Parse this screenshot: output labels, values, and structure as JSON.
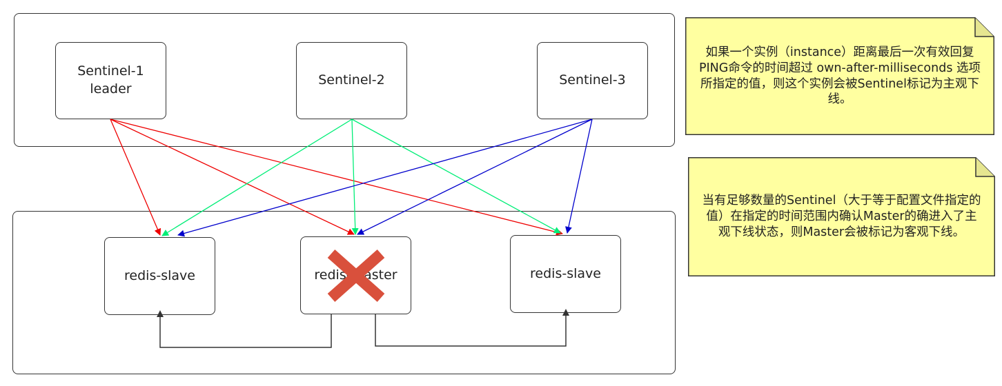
{
  "sentinels": {
    "s1": "Sentinel-1\nleader",
    "s2": "Sentinel-2",
    "s3": "Sentinel-3"
  },
  "redis": {
    "slave_left": "redis-slave",
    "master": "redis-master",
    "slave_right": "redis-slave"
  },
  "notes": {
    "subjective_down": "如果一个实例（instance）距离最后一次有效回复PING命令的时间超过 own-after-milliseconds 选项所指定的值，则这个实例会被Sentinel标记为主观下线。",
    "objective_down": "当有足够数量的Sentinel（大于等于配置文件指定的值）在指定的时间范围内确认Master的确进入了主观下线状态，则Master会被标记为客观下线。"
  },
  "colors": {
    "sentinel1_links": "#ee0000",
    "sentinel2_links": "#00ee77",
    "sentinel3_links": "#0000cc",
    "replication_links": "#333333",
    "cross": "#d9503c",
    "note_fill": "#ffffa0"
  },
  "icons": {
    "master_down": "cross-icon"
  }
}
